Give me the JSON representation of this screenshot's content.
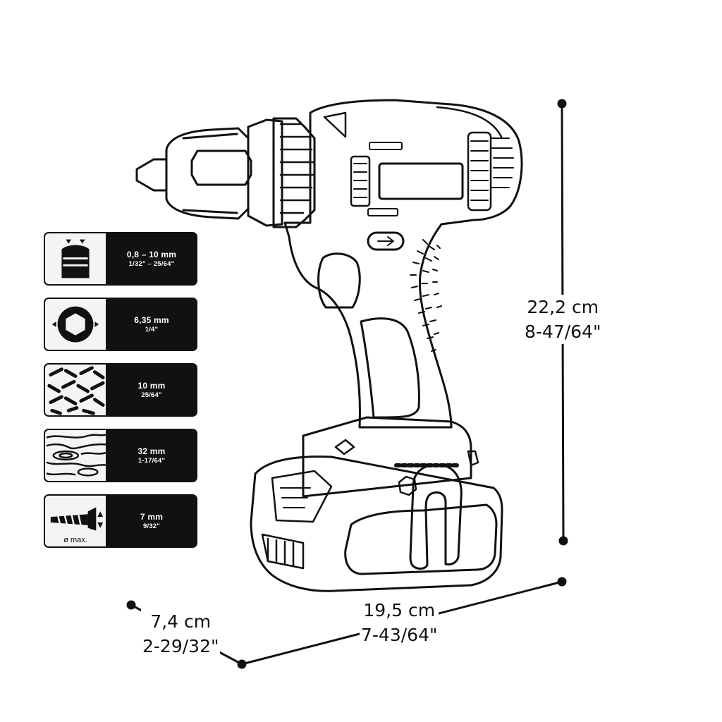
{
  "specs": [
    {
      "icon": "drill-chuck-icon",
      "line1": "0,8 – 10 mm",
      "line2": "1/32\" – 25/64\""
    },
    {
      "icon": "hex-shank-icon",
      "line1": "6,35 mm",
      "line2": "1/4\""
    },
    {
      "icon": "metal-plate-icon",
      "line1": "10 mm",
      "line2": "25/64\""
    },
    {
      "icon": "wood-grain-icon",
      "line1": "32 mm",
      "line2": "1-17/64\""
    },
    {
      "icon": "screw-icon",
      "line1": "7 mm",
      "line2": "9/32\"",
      "note": "ø max."
    }
  ],
  "dimensions": {
    "height": {
      "metric": "22,2 cm",
      "imperial": "8-47/64\""
    },
    "length": {
      "metric": "19,5 cm",
      "imperial": "7-43/64\""
    },
    "width": {
      "metric": "7,4 cm",
      "imperial": "2-29/32\""
    }
  },
  "colors": {
    "ink": "#111111",
    "paper": "#ffffff",
    "panel": "#f4f4f4"
  }
}
